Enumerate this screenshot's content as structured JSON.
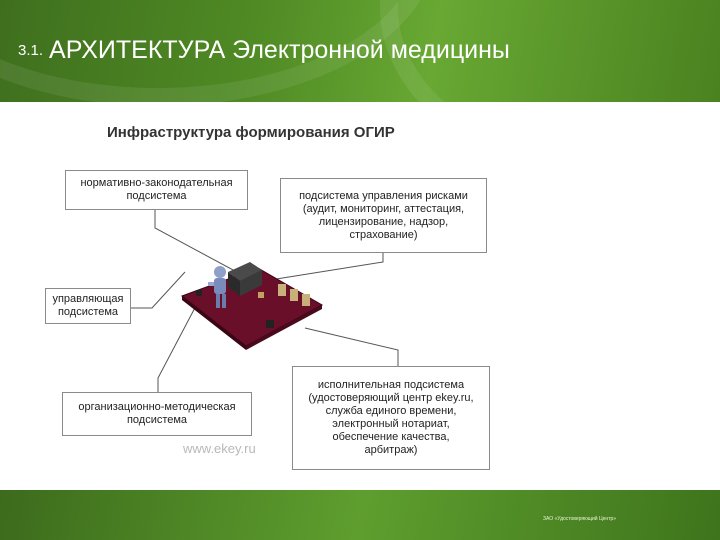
{
  "slide": {
    "section_number": "3.1.",
    "title": "АРХИТЕКТУРА Электронной медицины"
  },
  "diagram": {
    "title": "Инфраструктура формирования ОГИР",
    "boxes": {
      "normative": [
        "нормативно-законодательная",
        "подсистема"
      ],
      "risk": [
        "подсистема управления рисками",
        "(аудит, мониторинг, аттестация,",
        "лицензирование, надзор,",
        "страхование)"
      ],
      "managing": [
        "управляющая",
        "подсистема"
      ],
      "organizational": [
        "организационно-методическая",
        "подсистема"
      ],
      "executive": [
        "исполнительная  подсистема",
        "(удостоверяющий центр ekey.ru,",
        "служба единого времени,",
        "электронный нотариат,",
        "обеспечение качества,",
        "арбитраж)"
      ]
    },
    "watermark": "www.ekey.ru"
  },
  "footer": {
    "company": "ЗАО «Удостоверяющий Центр»"
  },
  "colors": {
    "header_green": "#4f8a24",
    "floor": "#6a0f2a",
    "connector": "#555555"
  }
}
